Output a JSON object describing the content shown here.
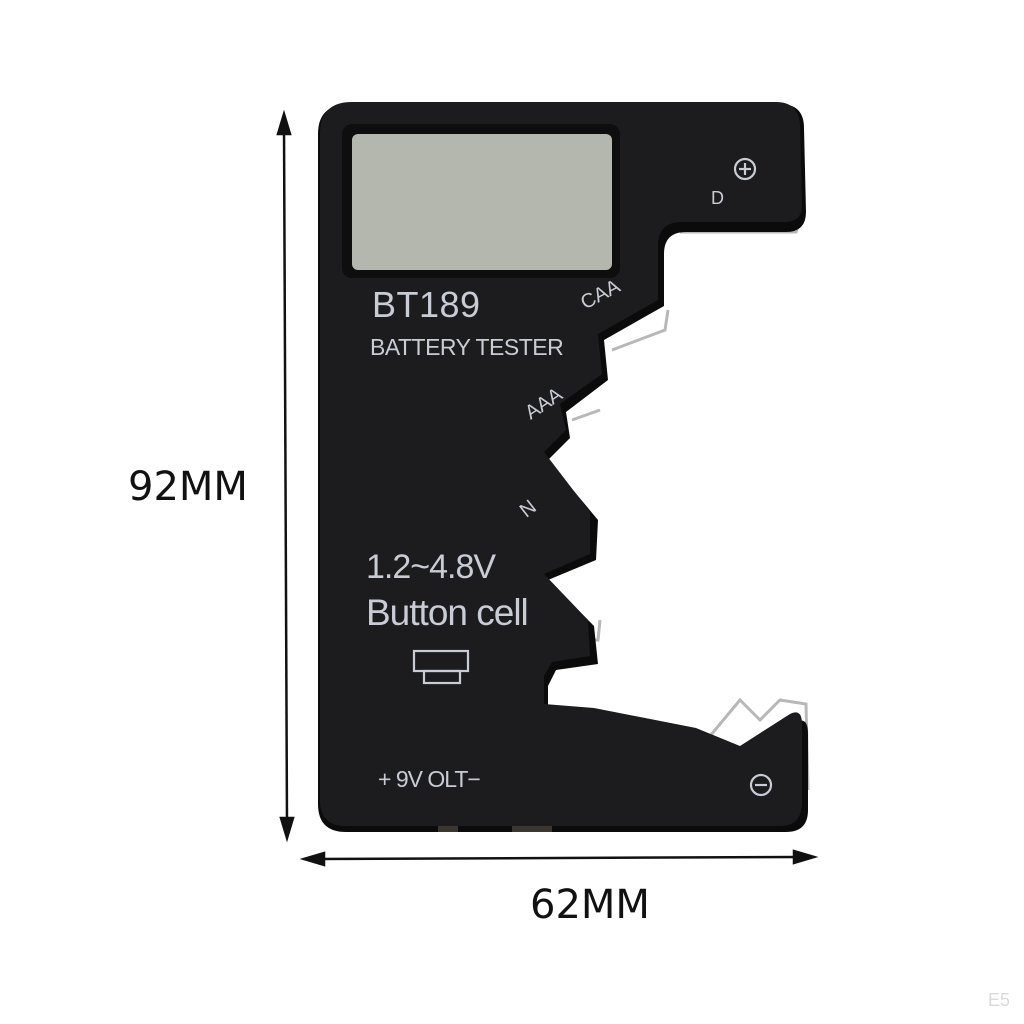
{
  "product": {
    "model": "BT189",
    "subtitle": "BATTERY TESTER",
    "lcd_display": "",
    "button_cell_range": "1.2~4.8V",
    "button_cell_label": "Button cell",
    "nine_volt_label": "+ 9V OLT−",
    "slot_labels": {
      "d": "D",
      "caa": "CAA",
      "aaa": "AAA",
      "n": "N"
    },
    "terminal_icons": {
      "positive": "plus-circle-icon",
      "negative": "minus-circle-icon",
      "button_cell": "button-cell-icon"
    }
  },
  "dimensions": {
    "height_label": "92MM",
    "width_label": "62MM"
  },
  "watermark": "E5",
  "colors": {
    "body": "#1c1c1e",
    "body_edge": "#0b0b0c",
    "lcd": "#b4b7ad",
    "print": "#c9ccd4",
    "metal": "#b8b8b8",
    "dimension": "#111111"
  }
}
